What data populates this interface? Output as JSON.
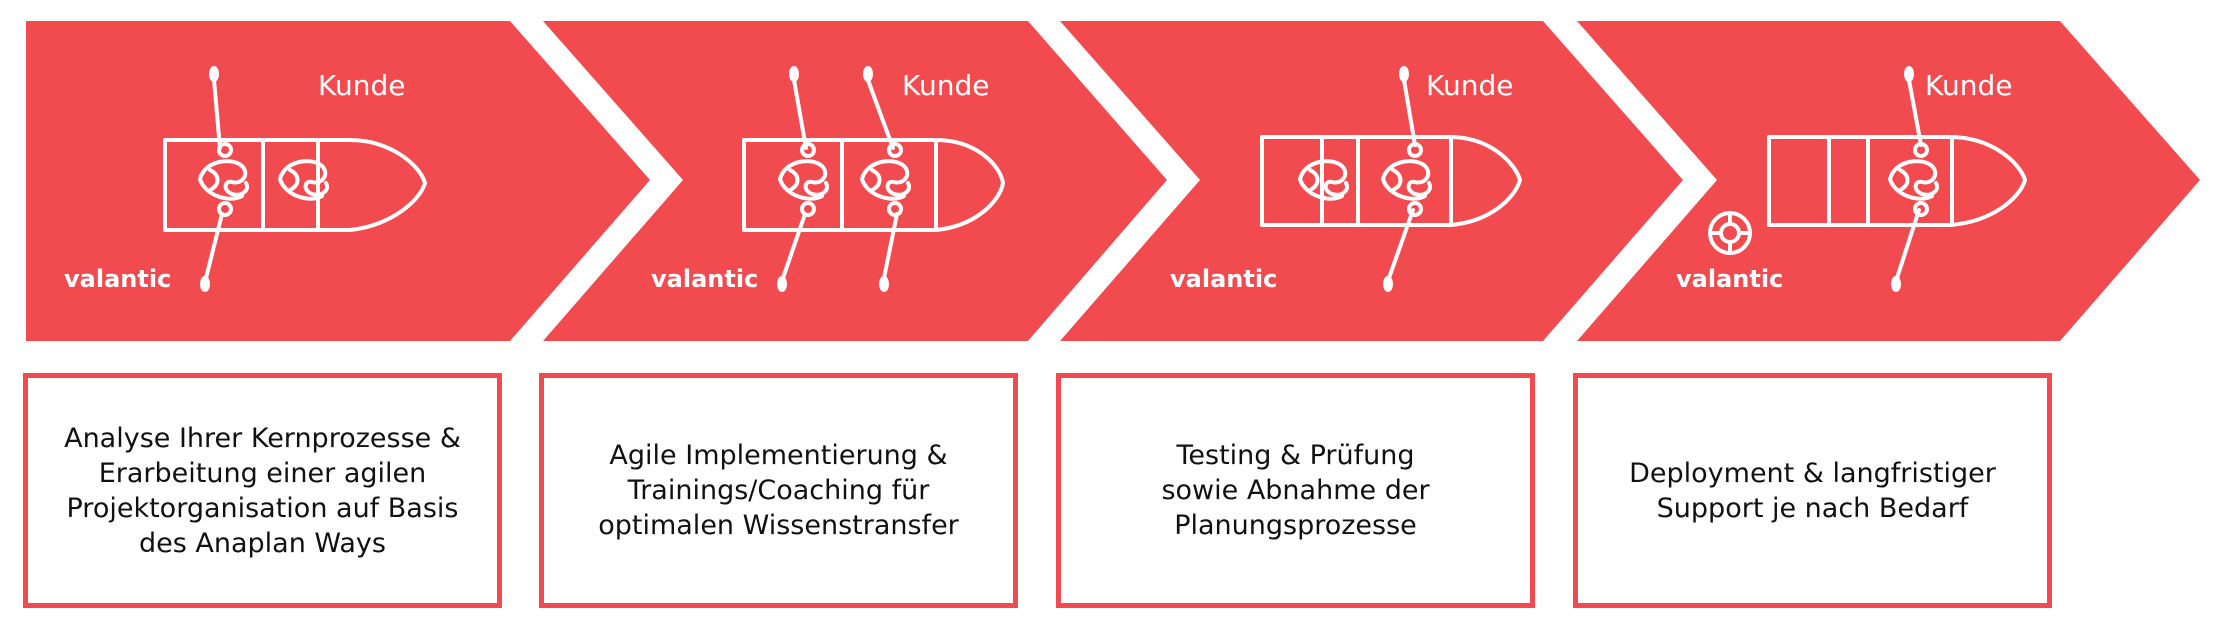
{
  "colors": {
    "accent": "#f24b4f",
    "line": "#ffffff",
    "text": "#111111"
  },
  "steps": [
    {
      "customer_label": "Kunde",
      "brand_label": "valantic",
      "rowers": 2,
      "lifebuoy": false,
      "description": [
        "Analyse Ihrer Kernprozesse &",
        "Erarbeitung einer agilen",
        "Projektorganisation auf Basis",
        "des Anaplan Ways"
      ]
    },
    {
      "customer_label": "Kunde",
      "brand_label": "valantic",
      "rowers": 2,
      "lifebuoy": false,
      "description": [
        "Agile Implementierung &",
        "Trainings/Coaching für",
        "optimalen Wissenstransfer"
      ]
    },
    {
      "customer_label": "Kunde",
      "brand_label": "valantic",
      "rowers": 2,
      "lifebuoy": false,
      "description": [
        "Testing & Prüfung",
        "sowie Abnahme der",
        "Planungsprozesse"
      ]
    },
    {
      "customer_label": "Kunde",
      "brand_label": "valantic",
      "rowers": 1,
      "lifebuoy": true,
      "description": [
        "Deployment & langfristiger",
        "Support je nach Bedarf"
      ]
    }
  ]
}
